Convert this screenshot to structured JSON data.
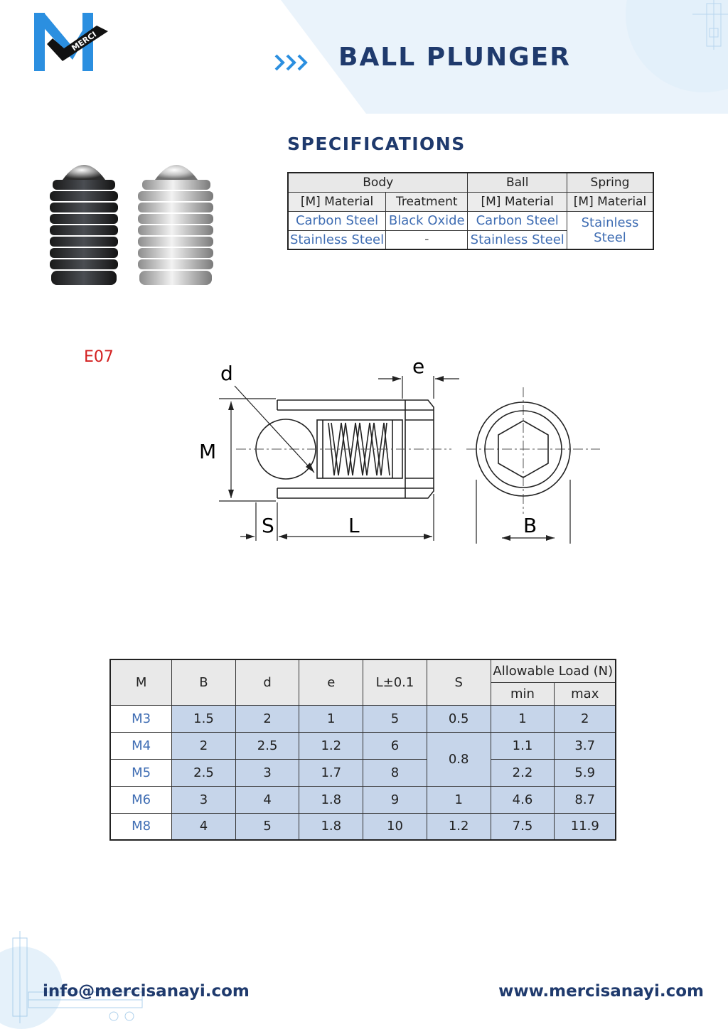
{
  "brand": {
    "logo_text": "MERCI",
    "colors": {
      "primary": "#1f3a6d",
      "accent": "#2b8fe0",
      "band": "#eaf3fb"
    }
  },
  "header": {
    "title": "BALL PLUNGER"
  },
  "specifications": {
    "heading": "SPECIFICATIONS",
    "groups": [
      "Body",
      "Ball",
      "Spring"
    ],
    "columns": [
      "[M] Material",
      "Treatment",
      "[M] Material",
      "[M] Material"
    ],
    "rows": [
      [
        "Carbon Steel",
        "Black Oxide",
        "Carbon Steel"
      ],
      [
        "Stainless Steel",
        "-",
        "Stainless Steel"
      ]
    ],
    "spring_material_line1": "Stainless",
    "spring_material_line2": "Steel"
  },
  "drawing": {
    "code": "E07",
    "labels": {
      "d": "d",
      "e": "e",
      "M": "M",
      "S": "S",
      "L": "L",
      "B": "B"
    }
  },
  "dimensions": {
    "headers": [
      "M",
      "B",
      "d",
      "e",
      "L±0.1",
      "S"
    ],
    "load_header": "Allowable Load (N)",
    "load_sub": [
      "min",
      "max"
    ],
    "rows": [
      {
        "M": "M3",
        "B": "1.5",
        "d": "2",
        "e": "1",
        "L": "5",
        "S": "0.5",
        "min": "1",
        "max": "2"
      },
      {
        "M": "M4",
        "B": "2",
        "d": "2.5",
        "e": "1.2",
        "L": "6",
        "S": "0.8",
        "min": "1.1",
        "max": "3.7"
      },
      {
        "M": "M5",
        "B": "2.5",
        "d": "3",
        "e": "1.7",
        "L": "8",
        "S": "",
        "min": "2.2",
        "max": "5.9"
      },
      {
        "M": "M6",
        "B": "3",
        "d": "4",
        "e": "1.8",
        "L": "9",
        "S": "1",
        "min": "4.6",
        "max": "8.7"
      },
      {
        "M": "M8",
        "B": "4",
        "d": "5",
        "e": "1.8",
        "L": "10",
        "S": "1.2",
        "min": "7.5",
        "max": "11.9"
      }
    ]
  },
  "footer": {
    "email": "info@mercisanayi.com",
    "website": "www.mercisanayi.com"
  }
}
